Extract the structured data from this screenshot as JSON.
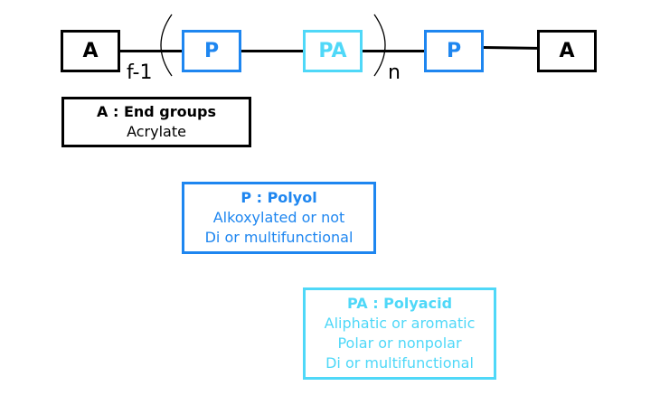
{
  "diagram": {
    "chain": {
      "nodes": [
        {
          "label": "A",
          "role": "end-group"
        },
        {
          "label": "P",
          "role": "polyol"
        },
        {
          "label": "PA",
          "role": "polyacid"
        },
        {
          "label": "P",
          "role": "polyol"
        },
        {
          "label": "A",
          "role": "end-group"
        }
      ],
      "repeat_subscript_left": "f-1",
      "repeat_subscript_right": "n"
    },
    "legend": [
      {
        "title": "A : End groups",
        "lines": [
          "Acrylate"
        ],
        "color": "#000000"
      },
      {
        "title": "P : Polyol",
        "lines": [
          "Alkoxylated or not",
          "Di or multifunctional"
        ],
        "color": "#1e86f0"
      },
      {
        "title": "PA : Polyacid",
        "lines": [
          "Aliphatic or aromatic",
          "Polar or nonpolar",
          "Di or multifunctional"
        ],
        "color": "#4fd8f8"
      }
    ]
  }
}
